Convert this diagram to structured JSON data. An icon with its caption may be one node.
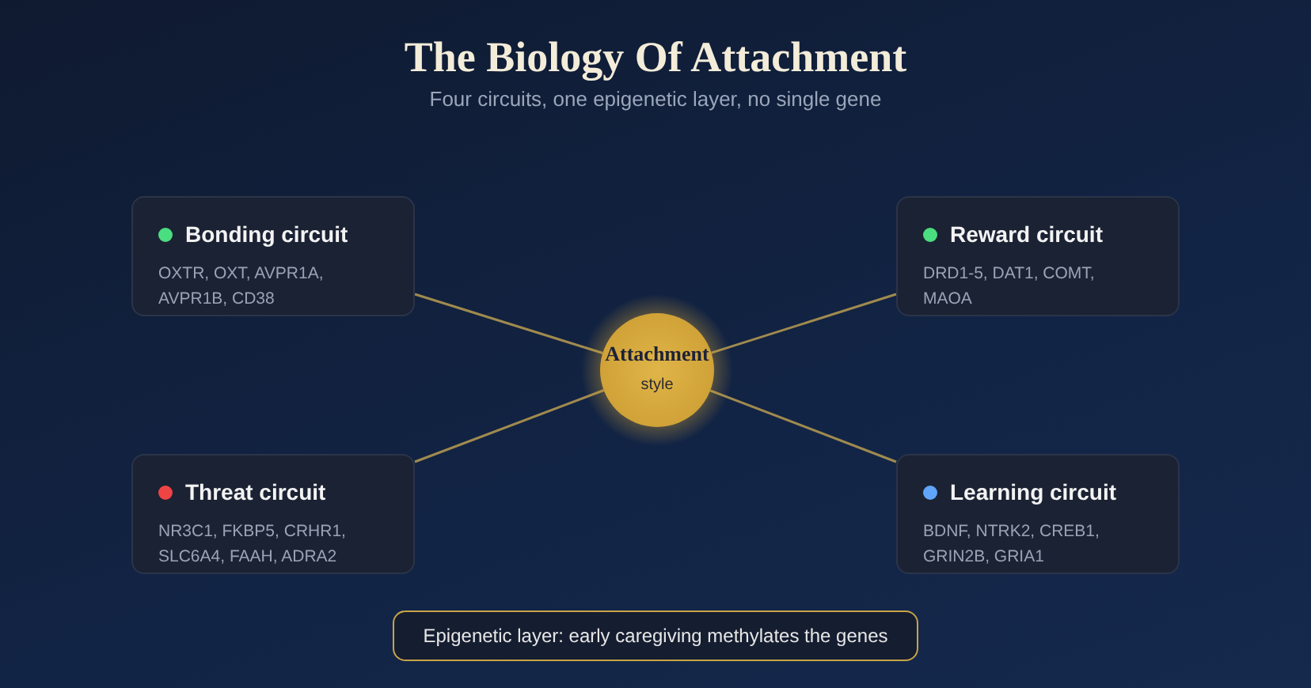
{
  "diagram": {
    "title": "The Biology Of Attachment",
    "caption": "Four circuits, one epigenetic layer, no single gene",
    "nodes": [
      {
        "text": [
          "Attachment",
          "style"
        ]
      },
      {
        "text": [
          "Bonding circuit",
          "OXTR, OXT, AVPR1A, AVPR1B, CD38"
        ]
      },
      {
        "text": [
          "Reward circuit",
          "DRD1-5, DAT1, COMT, MAOA"
        ]
      },
      {
        "text": [
          "Threat circuit",
          "NR3C1, FKBP5, CRHR1, SLC6A4, FAAH, ADRA2"
        ]
      },
      {
        "text": [
          "Learning circuit",
          "BDNF, NTRK2, CREB1, GRIN2B, GRIA1"
        ]
      },
      {
        "text": [
          "Epigenetic layer: early caregiving methylates the genes"
        ]
      }
    ],
    "edges": [
      {
        "from": 0,
        "to": 1,
        "arrow": "none"
      },
      {
        "from": 0,
        "to": 2,
        "arrow": "none"
      },
      {
        "from": 0,
        "to": 3,
        "arrow": "none"
      },
      {
        "from": 0,
        "to": 4,
        "arrow": "none"
      }
    ]
  }
}
